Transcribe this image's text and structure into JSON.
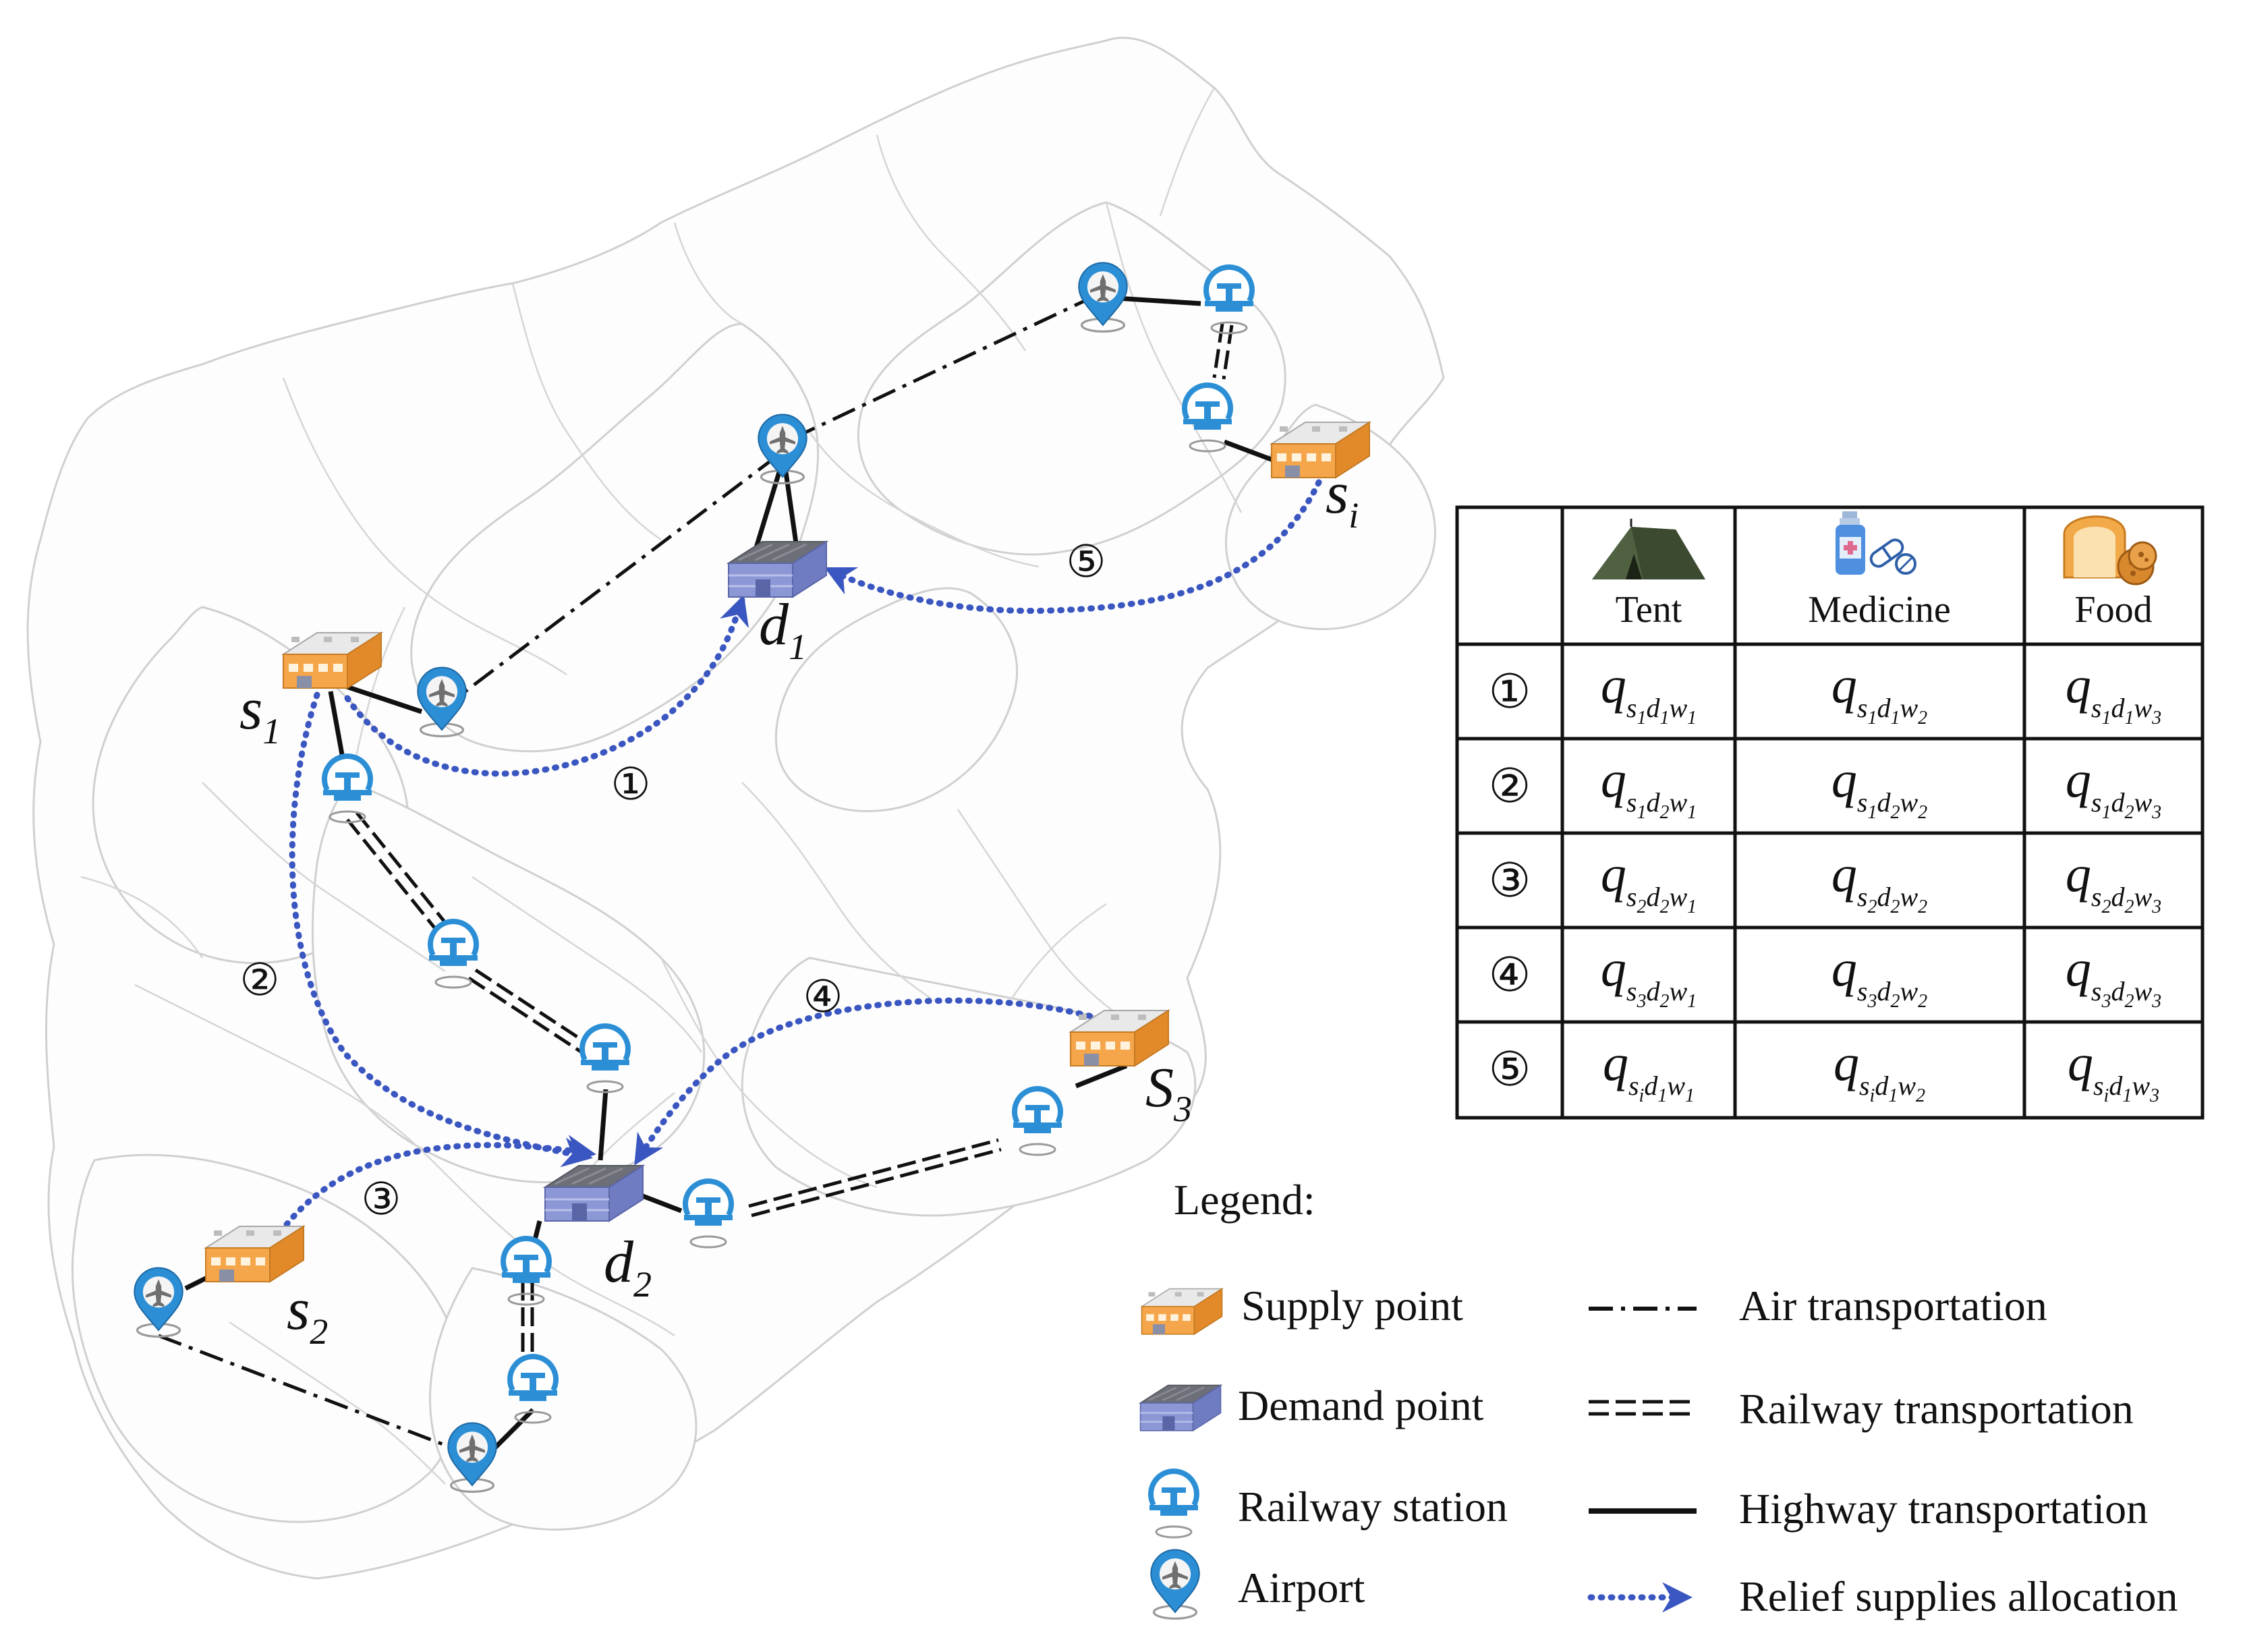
{
  "nodes": {
    "s1": {
      "main": "s",
      "sub": "1"
    },
    "s2": {
      "main": "s",
      "sub": "2"
    },
    "s3": {
      "main": "S",
      "sub": "3"
    },
    "si": {
      "main": "s",
      "sub": "i"
    },
    "d1": {
      "main": "d",
      "sub": "1"
    },
    "d2": {
      "main": "d",
      "sub": "2"
    }
  },
  "route_numbers": [
    "①",
    "②",
    "③",
    "④",
    "⑤"
  ],
  "table": {
    "columns": [
      "Tent",
      "Medicine",
      "Food"
    ],
    "column_icons": [
      "tent-icon",
      "medicine-icon",
      "food-icon"
    ],
    "rows": [
      {
        "label": "①",
        "cells": [
          {
            "s": "s",
            "si": "1",
            "d": "d",
            "di": "1",
            "w": "w",
            "wi": "1"
          },
          {
            "s": "s",
            "si": "1",
            "d": "d",
            "di": "1",
            "w": "w",
            "wi": "2"
          },
          {
            "s": "s",
            "si": "1",
            "d": "d",
            "di": "1",
            "w": "w",
            "wi": "3"
          }
        ]
      },
      {
        "label": "②",
        "cells": [
          {
            "s": "s",
            "si": "1",
            "d": "d",
            "di": "2",
            "w": "w",
            "wi": "1"
          },
          {
            "s": "s",
            "si": "1",
            "d": "d",
            "di": "2",
            "w": "w",
            "wi": "2"
          },
          {
            "s": "s",
            "si": "1",
            "d": "d",
            "di": "2",
            "w": "w",
            "wi": "3"
          }
        ]
      },
      {
        "label": "③",
        "cells": [
          {
            "s": "s",
            "si": "2",
            "d": "d",
            "di": "2",
            "w": "w",
            "wi": "1"
          },
          {
            "s": "s",
            "si": "2",
            "d": "d",
            "di": "2",
            "w": "w",
            "wi": "2"
          },
          {
            "s": "s",
            "si": "2",
            "d": "d",
            "di": "2",
            "w": "w",
            "wi": "3"
          }
        ]
      },
      {
        "label": "④",
        "cells": [
          {
            "s": "s",
            "si": "3",
            "d": "d",
            "di": "2",
            "w": "w",
            "wi": "1"
          },
          {
            "s": "s",
            "si": "3",
            "d": "d",
            "di": "2",
            "w": "w",
            "wi": "2"
          },
          {
            "s": "s",
            "si": "3",
            "d": "d",
            "di": "2",
            "w": "w",
            "wi": "3"
          }
        ]
      },
      {
        "label": "⑤",
        "cells": [
          {
            "s": "s",
            "si": "i",
            "d": "d",
            "di": "1",
            "w": "w",
            "wi": "1"
          },
          {
            "s": "s",
            "si": "i",
            "d": "d",
            "di": "1",
            "w": "w",
            "wi": "2"
          },
          {
            "s": "s",
            "si": "i",
            "d": "d",
            "di": "1",
            "w": "w",
            "wi": "3"
          }
        ]
      }
    ]
  },
  "legend": {
    "title": "Legend:",
    "items": [
      {
        "label": "Supply point",
        "icon": "supply-point-icon"
      },
      {
        "label": "Demand point",
        "icon": "demand-point-icon"
      },
      {
        "label": "Railway station",
        "icon": "railway-station-icon"
      },
      {
        "label": "Airport",
        "icon": "airport-icon"
      }
    ],
    "lines": [
      {
        "label": "Air transportation",
        "style": "dash-dot"
      },
      {
        "label": "Railway transportation",
        "style": "double-dashed"
      },
      {
        "label": "Highway transportation",
        "style": "solid"
      },
      {
        "label": "Relief supplies allocation",
        "style": "dotted-arrow"
      }
    ]
  },
  "colors": {
    "supply": "#f5a64a",
    "demand": "#8c97d6",
    "station": "#2c8fd6",
    "allocation": "#3a56c0",
    "map_border": "#d0d0d0"
  }
}
